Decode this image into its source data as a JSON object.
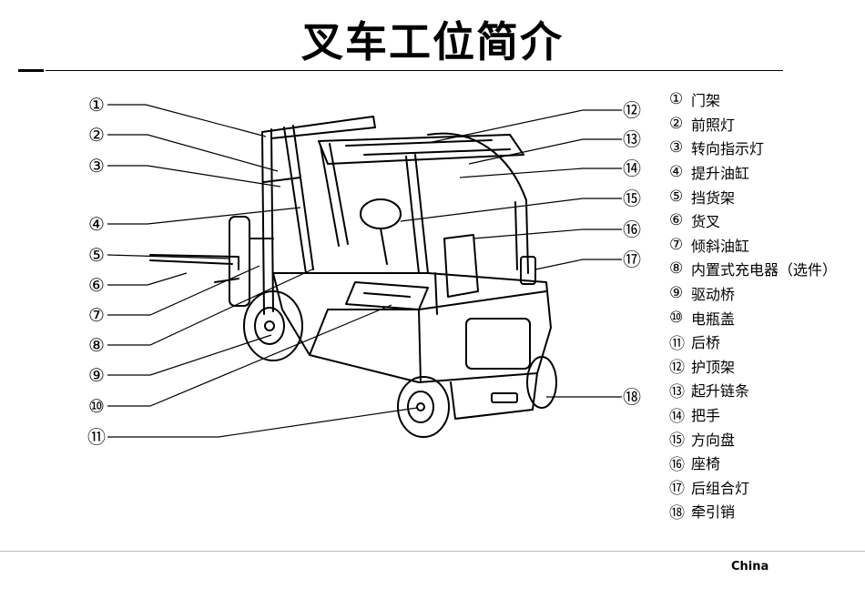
{
  "title": "叉车工位简介",
  "footer": "China",
  "legend": [
    {
      "num": "①",
      "label": "门架"
    },
    {
      "num": "②",
      "label": "前照灯"
    },
    {
      "num": "③",
      "label": "转向指示灯"
    },
    {
      "num": "④",
      "label": "提升油缸"
    },
    {
      "num": "⑤",
      "label": "挡货架"
    },
    {
      "num": "⑥",
      "label": "货叉"
    },
    {
      "num": "⑦",
      "label": "倾斜油缸"
    },
    {
      "num": "⑧",
      "label": "内置式充电器（选件）"
    },
    {
      "num": "⑨",
      "label": "驱动桥"
    },
    {
      "num": "⑩",
      "label": "电瓶盖"
    },
    {
      "num": "⑪",
      "label": "后桥"
    },
    {
      "num": "⑫",
      "label": "护顶架"
    },
    {
      "num": "⑬",
      "label": "起升链条"
    },
    {
      "num": "⑭",
      "label": "把手"
    },
    {
      "num": "⑮",
      "label": "方向盘"
    },
    {
      "num": "⑯",
      "label": "座椅"
    },
    {
      "num": "⑰",
      "label": "后组合灯"
    },
    {
      "num": "⑱",
      "label": "牵引销"
    }
  ],
  "callouts_left": [
    "①",
    "②",
    "③",
    "④",
    "⑤",
    "⑥",
    "⑦",
    "⑧",
    "⑨",
    "⑩",
    "⑪"
  ],
  "callouts_right": [
    "⑫",
    "⑬",
    "⑭",
    "⑮",
    "⑯",
    "⑰",
    "⑱"
  ]
}
